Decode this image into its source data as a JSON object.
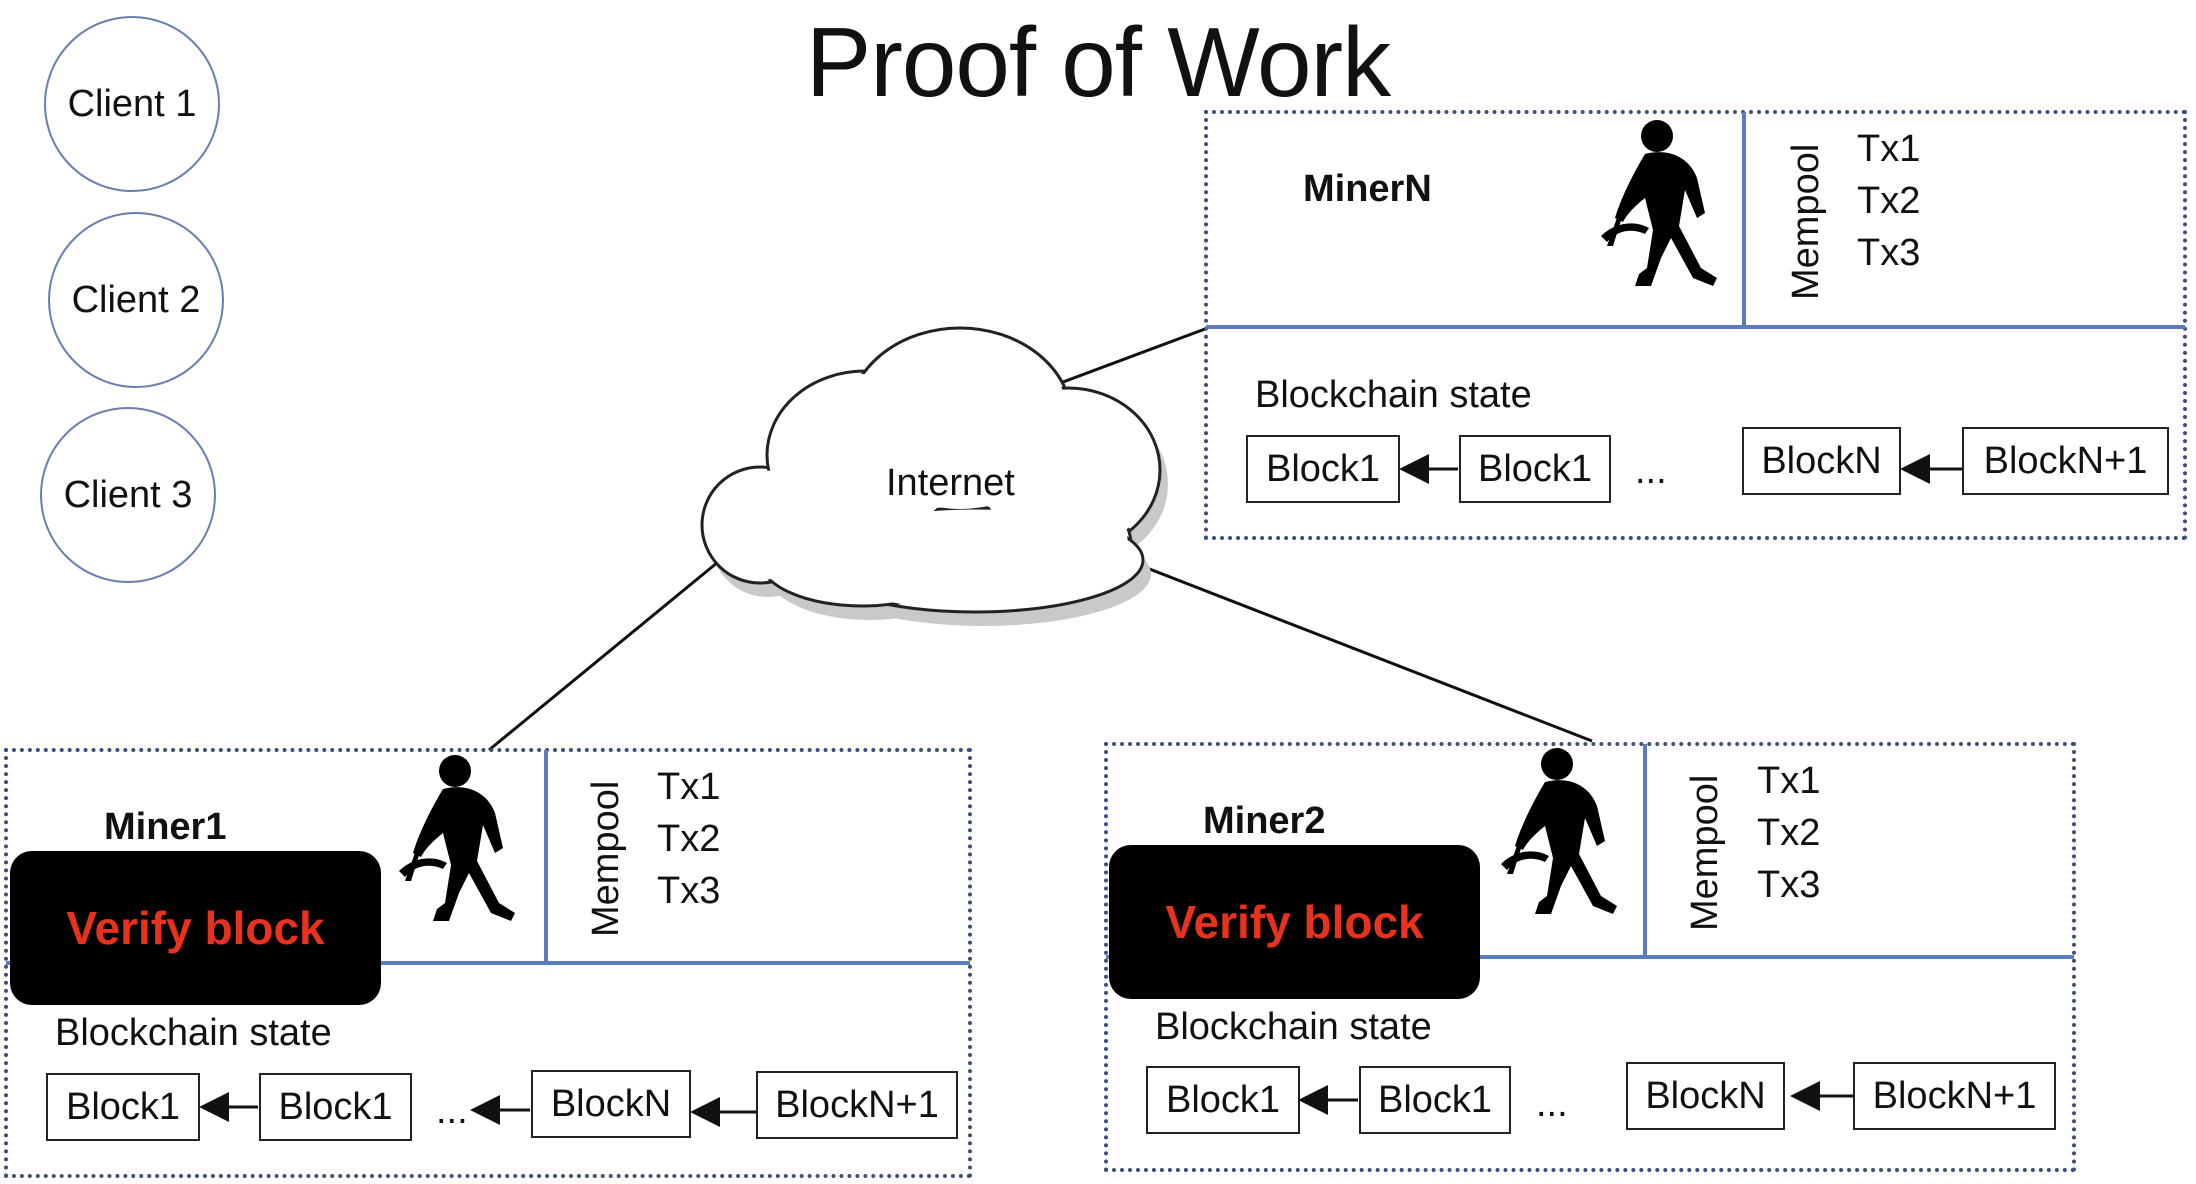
{
  "title": "Proof of Work",
  "clients": [
    "Client 1",
    "Client 2",
    "Client 3"
  ],
  "internet_label": "Internet",
  "mempool_label": "Mempool",
  "blockchain_state_label": "Blockchain state",
  "verify_label": "Verify block",
  "ellipsis": "...",
  "miners": {
    "minerN": {
      "name": "MinerN",
      "txs": [
        "Tx1",
        "Tx2",
        "Tx3"
      ],
      "blocks": [
        "Block1",
        "Block1",
        "BlockN",
        "BlockN+1"
      ]
    },
    "miner1": {
      "name": "Miner1",
      "txs": [
        "Tx1",
        "Tx2",
        "Tx3"
      ],
      "blocks": [
        "Block1",
        "Block1",
        "BlockN",
        "BlockN+1"
      ]
    },
    "miner2": {
      "name": "Miner2",
      "txs": [
        "Tx1",
        "Tx2",
        "Tx3"
      ],
      "blocks": [
        "Block1",
        "Block1",
        "BlockN",
        "BlockN+1"
      ]
    }
  },
  "colors": {
    "divider": "#5b7bbf",
    "client_border": "#6a7fb0",
    "verify_text": "#e8321e",
    "verify_bg": "#000000"
  }
}
